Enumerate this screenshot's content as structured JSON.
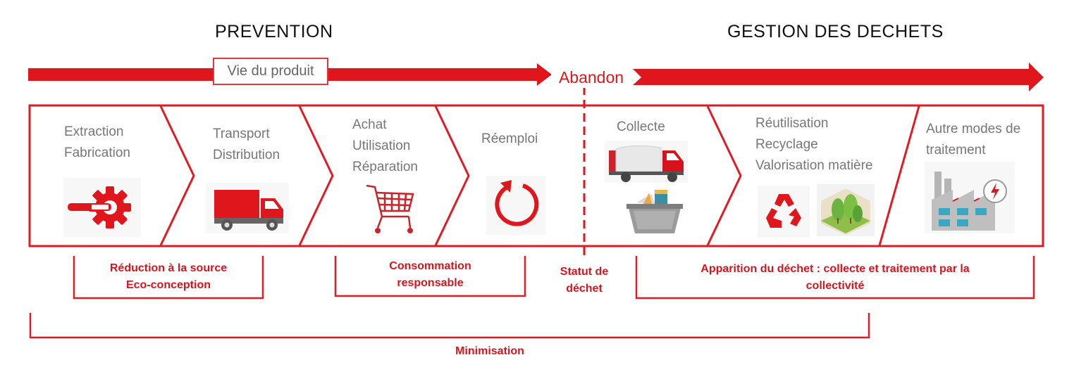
{
  "headings": {
    "prevention": "PREVENTION",
    "gestion": "GESTION DES DECHETS"
  },
  "arrows": {
    "vie_produit": "Vie du produit",
    "abandon": "Abandon"
  },
  "stages": [
    {
      "lines": [
        "Extraction",
        "Fabrication"
      ],
      "icon": "gear-wrench-icon"
    },
    {
      "lines": [
        "Transport",
        "Distribution"
      ],
      "icon": "truck-icon"
    },
    {
      "lines": [
        "Achat",
        "Utilisation",
        "Réparation"
      ],
      "icon": "shopping-cart-icon"
    },
    {
      "lines": [
        "Réemploi"
      ],
      "icon": "circular-arrow-icon"
    },
    {
      "lines": [
        "Collecte"
      ],
      "icon": "garbage-truck-and-bin-icon"
    },
    {
      "lines": [
        "Réutilisation",
        "Recyclage",
        "Valorisation matière"
      ],
      "icon": "recycle-and-forest-icon"
    },
    {
      "lines": [
        "Autre modes de",
        "traitement"
      ],
      "icon": "factory-icon"
    }
  ],
  "brackets": {
    "reduction": [
      "Réduction à la source",
      "Eco-conception"
    ],
    "consommation": [
      "Consommation",
      "responsable"
    ],
    "statut": [
      "Statut de",
      "déchet"
    ],
    "apparition": [
      "Apparition du déchet : collecte et traitement par la",
      "collectivité"
    ],
    "minimisation": "Minimisation"
  },
  "colors": {
    "accent": "#e0161d",
    "border": "#e21b22",
    "stage_text": "#777777",
    "heading_text": "#111111"
  }
}
